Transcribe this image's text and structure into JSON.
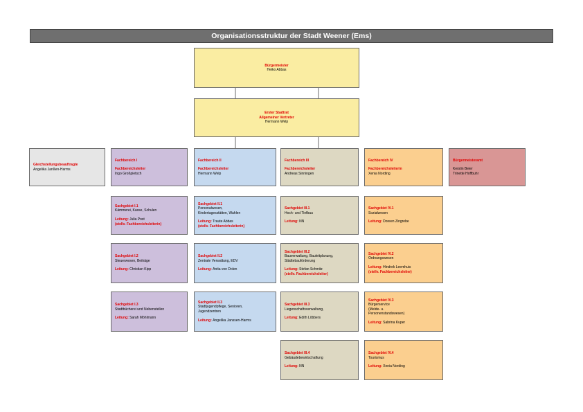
{
  "title": "Organisationsstruktur der Stadt Weener (Ems)",
  "buergermeister": {
    "role": "Bürgermeister",
    "name": "Heiko Abbas"
  },
  "stadtrat": {
    "role1": "Erster Stadtrat",
    "role2": "Allgemeiner Vertreter",
    "name": "Hermann Welp"
  },
  "gleichstellung": {
    "role": "Gleichstellungsbeauftragte",
    "name": "Angelika Janßen-Harms"
  },
  "buergermeisteramt": {
    "role": "Bürgermeisteramt",
    "name1": "Kerstin Beier",
    "name2": "Trinette Hoffbuhr"
  },
  "fachbereiche": [
    {
      "title": "Fachbereich I",
      "lead_label": "Fachbereichsleiter",
      "lead_name": "Ingo Großpietsch"
    },
    {
      "title": "Fachbereich II",
      "lead_label": "Fachbereichsleiter",
      "lead_name": "Hermann Welp"
    },
    {
      "title": "Fachbereich III",
      "lead_label": "Fachbereichsleiter",
      "lead_name": "Andreas Sinningen"
    },
    {
      "title": "Fachbereich IV",
      "lead_label": "Fachbereichsleiterin",
      "lead_name": "Xenia Nording"
    }
  ],
  "leitung_label": "Leitung",
  "sachgebiete": {
    "fb1": [
      {
        "title": "Sachgebiet I.1",
        "lines": [
          "Kämmerei, Kasse, Schulen"
        ],
        "leitung": "Julia Post",
        "note": "(stellv. Fachbereichsleiterin)"
      },
      {
        "title": "Sachgebiet I.2",
        "lines": [
          "Steuerwesen, Beiträge"
        ],
        "leitung": "Christian Kipp",
        "note": ""
      },
      {
        "title": "Sachgebiet I.3",
        "lines": [
          "Stadtbücherei und Nebenstellen"
        ],
        "leitung": "Sarah Möhlmann",
        "note": ""
      }
    ],
    "fb2": [
      {
        "title": "Sachgebiet II.1",
        "lines": [
          "Personalwesen,",
          "Kindertagesstätten, Wahlen"
        ],
        "leitung": "Traute Abbas",
        "note": "(stellv. Fachbereichsleiterin)"
      },
      {
        "title": "Sachgebiet II.2",
        "lines": [
          "Zentrale Verwaltung, EDV"
        ],
        "leitung": "Anita von Dolen",
        "note": ""
      },
      {
        "title": "Sachgebiet II.3",
        "lines": [
          "Stadtjugendpflege, Senioren,",
          "Jugendzentren"
        ],
        "leitung": "Angelika Janssen-Harms",
        "note": ""
      }
    ],
    "fb3": [
      {
        "title": "Sachgebiet III.1",
        "lines": [
          "Hoch- und Tiefbau"
        ],
        "leitung": "NN",
        "note": ""
      },
      {
        "title": "Sachgebiet III.2",
        "lines": [
          "Bauverwaltung, Bauleitplanung,",
          "Städtebauförderung"
        ],
        "leitung": "Stefan Schmitz",
        "note": "(stellv. Fachbereichsleiter)"
      },
      {
        "title": "Sachgebiet III.3",
        "lines": [
          "Liegenschaftsverwaltung,"
        ],
        "leitung": "Edith Löbbers",
        "note": ""
      },
      {
        "title": "Sachgebiet III.4",
        "lines": [
          "Gebäudebewirtschaftung"
        ],
        "leitung": "NN",
        "note": ""
      }
    ],
    "fb4": [
      {
        "title": "Sachgebiet IV.1",
        "lines": [
          "Sozialwesen"
        ],
        "leitung": "Doreen Zingrebe",
        "note": ""
      },
      {
        "title": "Sachgebiet IV.2",
        "lines": [
          "Ordnungswesen"
        ],
        "leitung": "Hindrek Leemhuis",
        "note": "(stellv. Fachbereichsleiter)"
      },
      {
        "title": "Sachgebiet IV.3",
        "lines": [
          "Bürgerservice",
          "(Melde- u.",
          "Personenstandswesen)"
        ],
        "leitung": "Sabrina Kuper",
        "note": ""
      },
      {
        "title": "Sachgebiet IV.4",
        "lines": [
          "Tourismus"
        ],
        "leitung": "Xenia Nording",
        "note": ""
      }
    ]
  }
}
